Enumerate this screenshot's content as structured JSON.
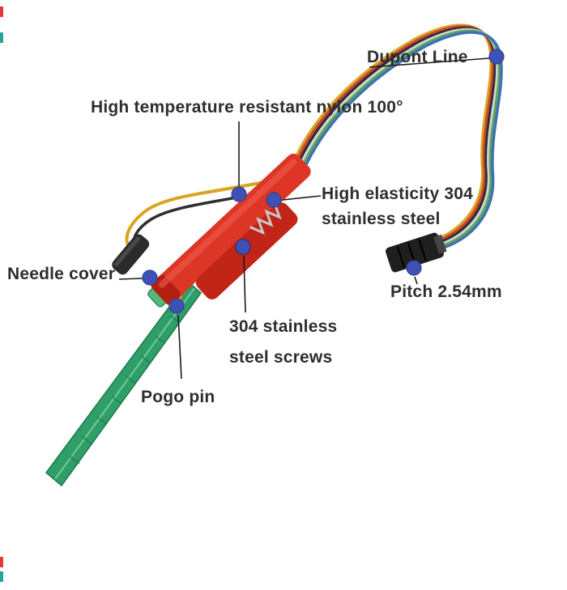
{
  "annotations": {
    "dupont_line": "Dupont Line",
    "nylon": "High temperature resistant nylon 100°",
    "elasticity_line1": "High elasticity 304",
    "elasticity_line2": "stainless steel",
    "needle_cover": "Needle cover",
    "pitch": "Pitch 2.54mm",
    "screws_line1": "304 stainless",
    "screws_line2": "steel screws",
    "pogo_pin": "Pogo pin"
  },
  "colors": {
    "marker_dot": "#3F51B5",
    "callout_line": "#1A1A1A",
    "clip_red": "#DD3526",
    "clip_red_dark": "#C02518",
    "pcb_green": "#2F9E68",
    "wire_yellow": "#D9A520",
    "wire_red": "#CB4335",
    "wire_green": "#58A65C",
    "wire_blue": "#3F6FB5",
    "connector_black": "#1F1F1F",
    "background": "#FFFFFF"
  }
}
